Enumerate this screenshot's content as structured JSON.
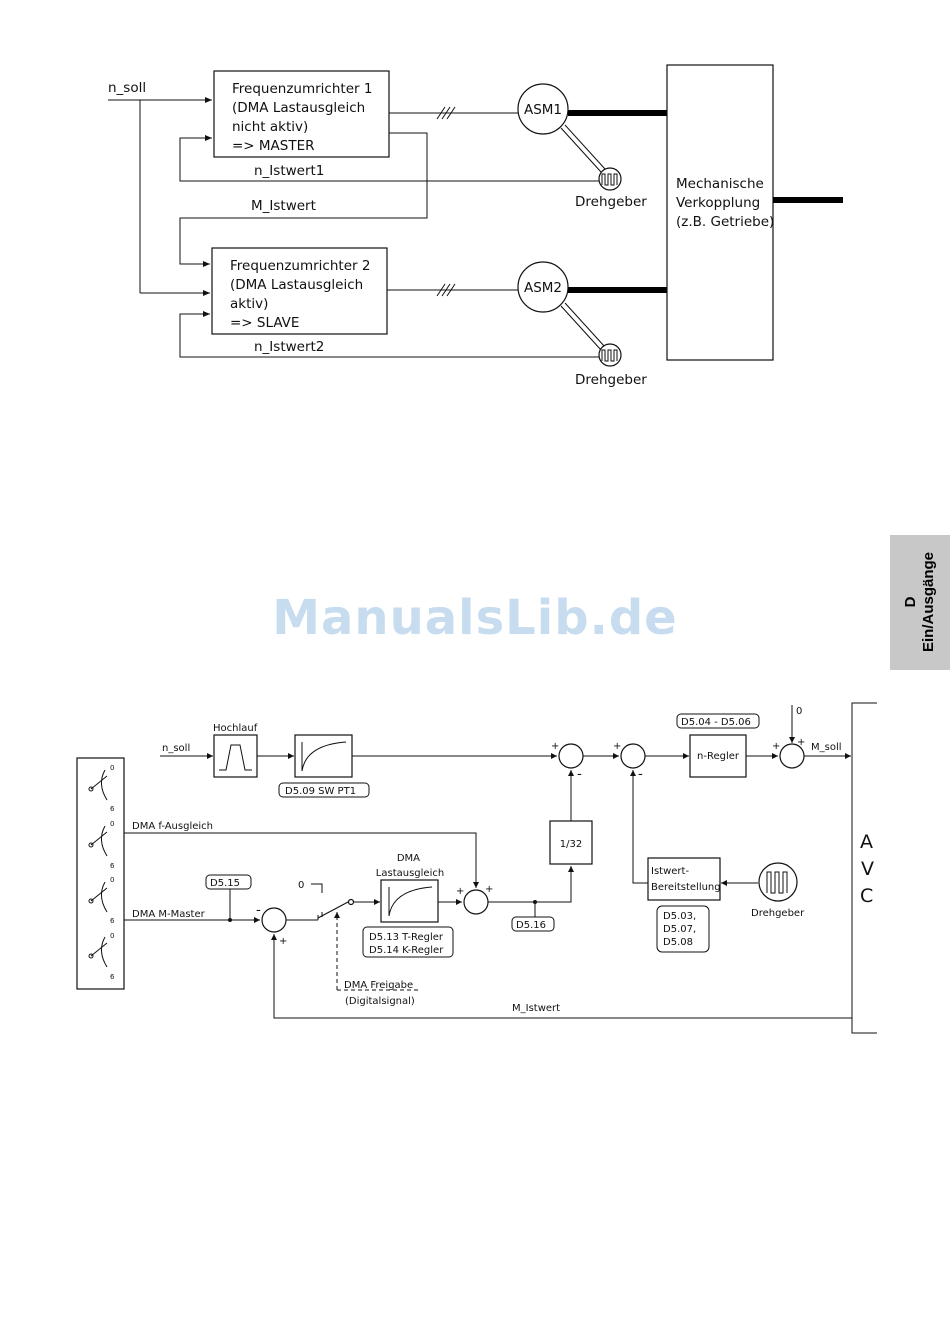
{
  "top": {
    "n_soll": "n_soll",
    "fu1": [
      "Frequenzumrichter 1",
      "(DMA Lastausgleich",
      "nicht aktiv)",
      "=> MASTER"
    ],
    "fu2": [
      "Frequenzumrichter 2",
      "(DMA Lastausgleich",
      "aktiv)",
      "=> SLAVE"
    ],
    "asm1": "ASM1",
    "asm2": "ASM2",
    "n_istwert1": "n_Istwert1",
    "n_istwert2": "n_Istwert2",
    "m_istwert": "M_Istwert",
    "drehgeber1": "Drehgeber",
    "drehgeber2": "Drehgeber",
    "mech": [
      "Mechanische",
      "Verkopplung",
      "(z.B. Getriebe)"
    ]
  },
  "watermark": "ManualsLib.de",
  "sidetab": {
    "letter": "D",
    "label": "Ein/Ausgänge"
  },
  "bottom": {
    "n_soll": "n_soll",
    "hochlauf": "Hochlauf",
    "sw_pt1": "D5.09 SW PT1",
    "d504": "D5.04 - D5.06",
    "nregler": "n-Regler",
    "zero1": "0",
    "m_soll": "M_soll",
    "one32": "1/32",
    "dma_f": "DMA f-Ausgleich",
    "dma_m": "DMA M-Master",
    "d515": "D5.15",
    "zero2": "0",
    "dma_last": [
      "DMA",
      "Lastausgleich"
    ],
    "d513": "D5.13 T-Regler",
    "d514": "D5.14 K-Regler",
    "d516": "D5.16",
    "istwert": [
      "Istwert-",
      "Bereitstellung"
    ],
    "d503": [
      "D5.03,",
      "D5.07,",
      "D5.08"
    ],
    "drehgeber": "Drehgeber",
    "dma_freigabe": "DMA Freigabe",
    "digitalsignal": "(Digitalsignal)",
    "m_istwert": "M_Istwert",
    "avc": [
      "A",
      "V",
      "C"
    ],
    "dial_zero": "0",
    "dial_six": "6",
    "plus": "+",
    "minus": "-"
  }
}
